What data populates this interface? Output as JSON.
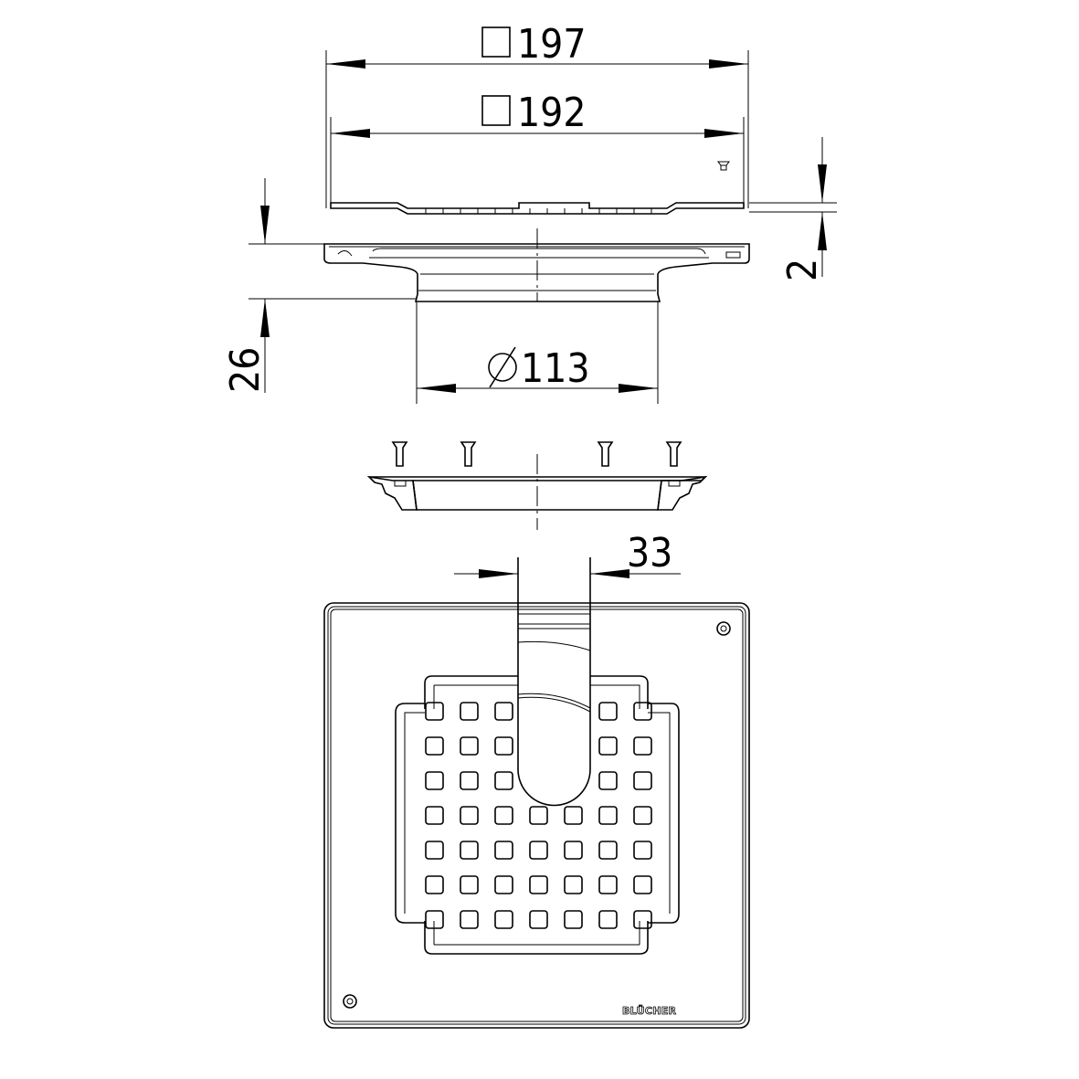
{
  "dimensions": {
    "outer_square": "197",
    "inner_square": "192",
    "outlet_diameter": "113",
    "height": "26",
    "grate_thickness": "2",
    "slot_width": "33"
  },
  "symbols": {
    "square": "□",
    "diameter": "Ø"
  },
  "brand": "BLÜCHER",
  "colors": {
    "line": "#000000",
    "background": "#ffffff"
  }
}
